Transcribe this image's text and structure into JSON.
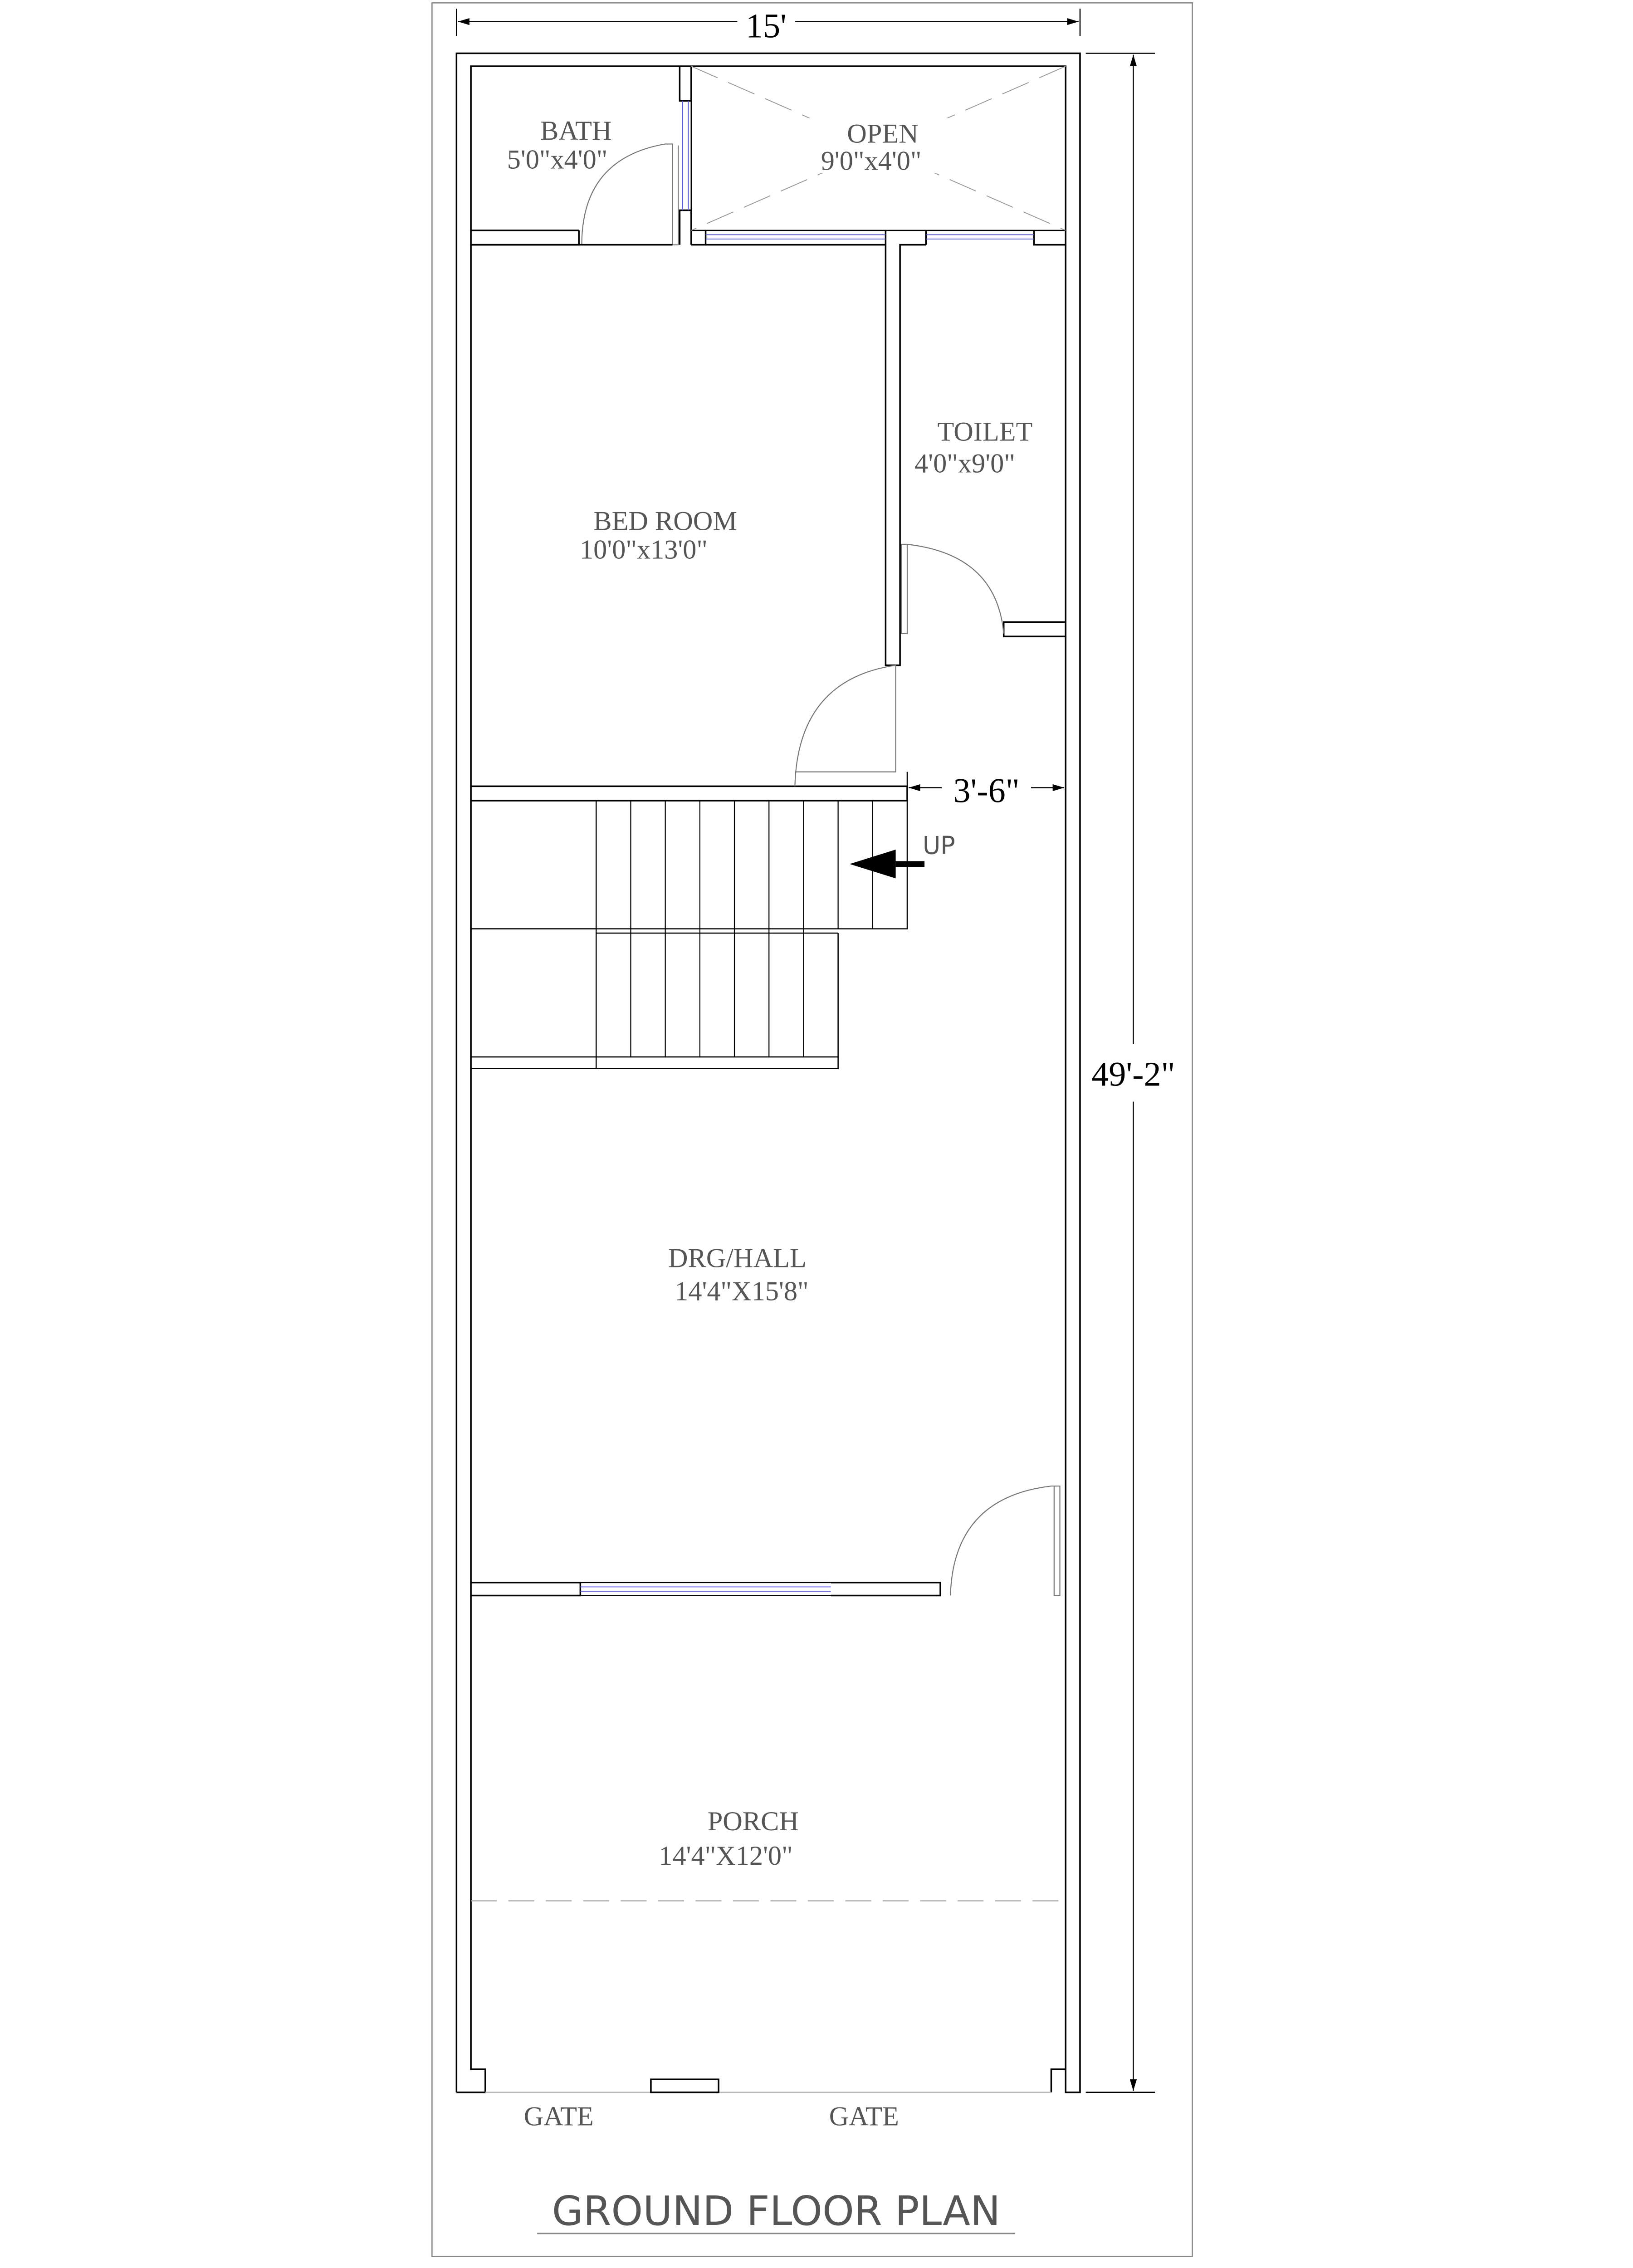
{
  "plan": {
    "title": "GROUND FLOOR PLAN",
    "dimensions": {
      "width": "15'",
      "depth": "49'-2\"",
      "stair_clearance": "3'-6\""
    },
    "stair_label": "UP",
    "rooms": [
      {
        "name": "BATH",
        "size": "5'0\"x4'0\""
      },
      {
        "name": "OPEN",
        "size": "9'0\"x4'0\""
      },
      {
        "name": "TOILET",
        "size": "4'0\"x9'0\""
      },
      {
        "name": "BED ROOM",
        "size": "10'0\"x13'0\""
      },
      {
        "name": "DRG/HALL",
        "size": "14'4\"X15'8\""
      },
      {
        "name": "PORCH",
        "size": "14'4\"X12'0\""
      }
    ],
    "gates": [
      "GATE",
      "GATE"
    ]
  }
}
